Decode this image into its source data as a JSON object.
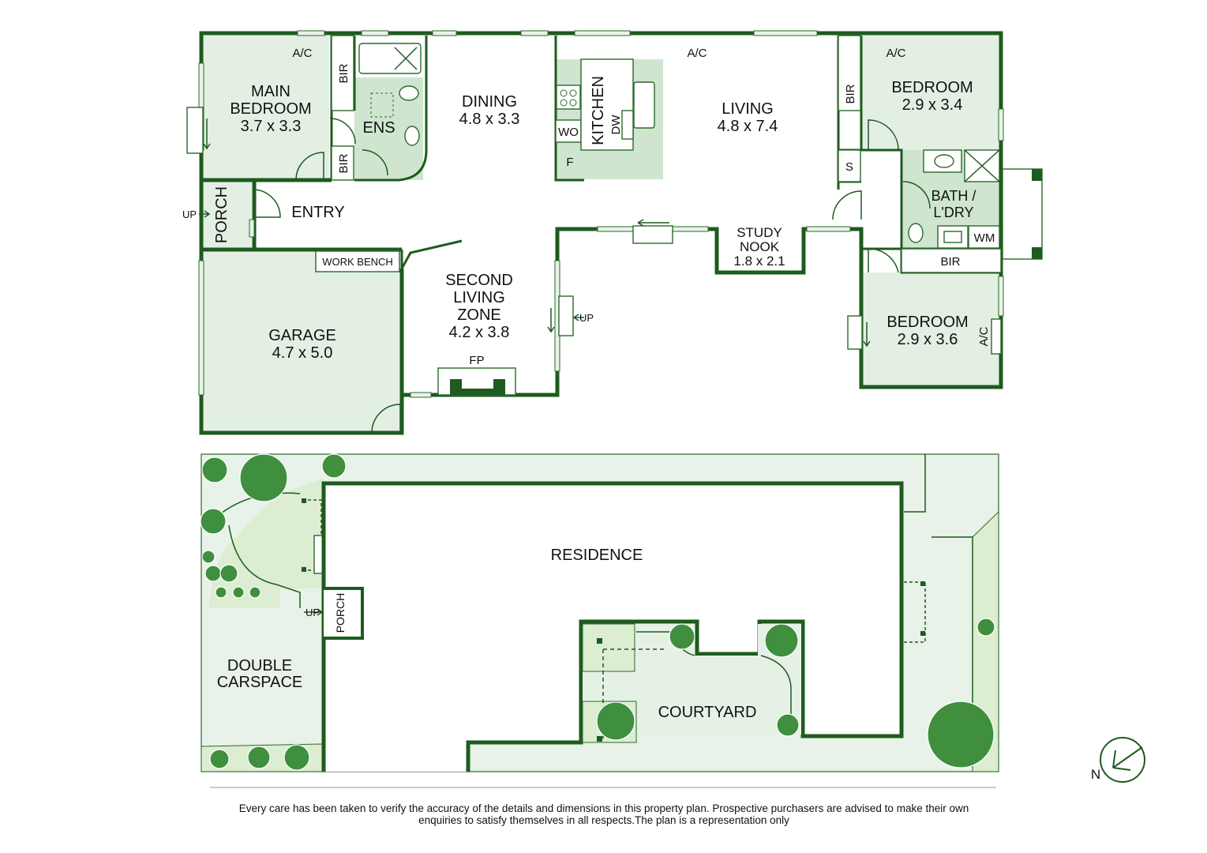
{
  "rooms": {
    "main_bedroom": {
      "name_line1": "MAIN",
      "name_line2": "BEDROOM",
      "size": "3.7 x 3.3"
    },
    "dining": {
      "name": "DINING",
      "size": "4.8 x 3.3"
    },
    "kitchen": {
      "name": "KITCHEN"
    },
    "living": {
      "name": "LIVING",
      "size": "4.8 x 7.4"
    },
    "bedroom_2": {
      "name": "BEDROOM",
      "size": "2.9 x 3.4"
    },
    "bedroom_3": {
      "name": "BEDROOM",
      "size": "2.9 x 3.6"
    },
    "ensuite": {
      "name": "ENS"
    },
    "entry": {
      "name": "ENTRY"
    },
    "porch": {
      "name": "PORCH"
    },
    "bath_laundry": {
      "name_line1": "BATH /",
      "name_line2": "L'DRY"
    },
    "study_nook": {
      "name_line1": "STUDY",
      "name_line2": "NOOK",
      "size": "1.8 x 2.1"
    },
    "second_living": {
      "name_line1": "SECOND",
      "name_line2": "LIVING",
      "name_line3": "ZONE",
      "size": "4.2 x 3.8"
    },
    "garage": {
      "name": "GARAGE",
      "size": "4.7 x 5.0"
    }
  },
  "fixtures": {
    "ac": "A/C",
    "bir": "BIR",
    "wo": "WO",
    "dw": "DW",
    "fridge": "F",
    "storage": "S",
    "wm": "WM",
    "fireplace": "FP",
    "work_bench": "WORK BENCH",
    "up": "UP"
  },
  "site": {
    "residence": "RESIDENCE",
    "porch": "PORCH",
    "up": "UP",
    "carspace_line1": "DOUBLE",
    "carspace_line2": "CARSPACE",
    "courtyard": "COURTYARD"
  },
  "compass": {
    "label": "N"
  },
  "disclaimer": {
    "line1": "Every care has been taken to verify the accuracy of the details and dimensions in this property plan. Prospective purchasers are advised to make their own",
    "line2": "enquiries to satisfy themselves in all respects.The plan is a representation only"
  },
  "colors": {
    "wall": "#1e5b1e",
    "wet_area": "#cfe5cf",
    "outdoor": "#e6f1e6",
    "garden": "#dcedd2",
    "tree": "#3f8f3f"
  }
}
